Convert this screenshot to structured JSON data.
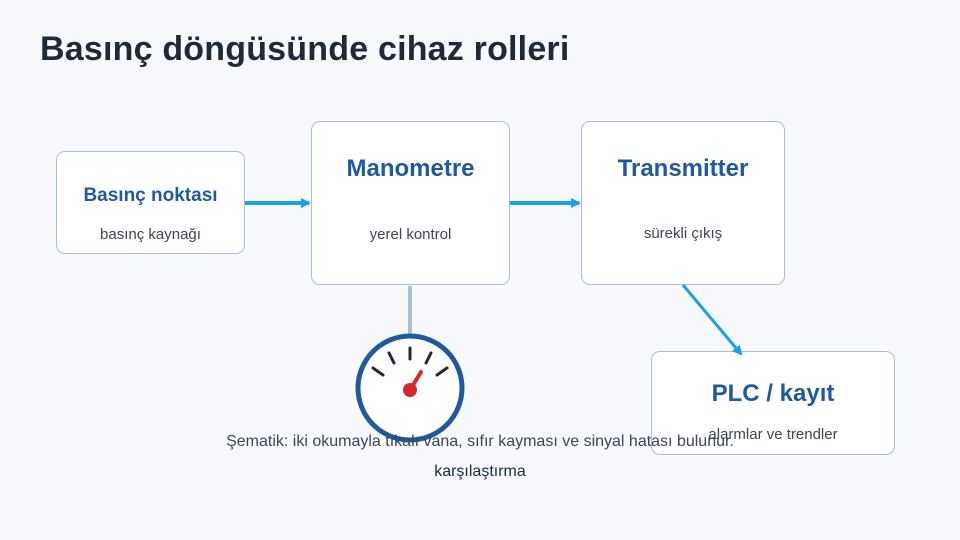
{
  "page": {
    "title": "Basınç döngüsünde cihaz rolleri"
  },
  "nodes": {
    "source": {
      "label": "Basınç noktası",
      "sub": "basınç kaynağı"
    },
    "gauge": {
      "label": "Manometre",
      "sub": "yerel kontrol"
    },
    "transmitter": {
      "label": "Transmitter",
      "sub": "sürekli çıkış"
    },
    "plc": {
      "label": "PLC / kayıt",
      "sub": "alarmlar ve trendler"
    }
  },
  "caption": {
    "line1": "Şematik: iki okumayla tıkalı vana, sıfır kayması ve sinyal hatası bulunur.",
    "line2": "karşılaştırma"
  },
  "colors": {
    "arrow": "#1aa3e0",
    "node_border": "#a9bfd4",
    "node_label": "#1f5a9e",
    "gauge_ring": "#1f5a9e",
    "gauge_needle": "#d6262e",
    "stem": "#a9bfd4"
  },
  "icons": [
    "pressure-gauge-icon"
  ]
}
